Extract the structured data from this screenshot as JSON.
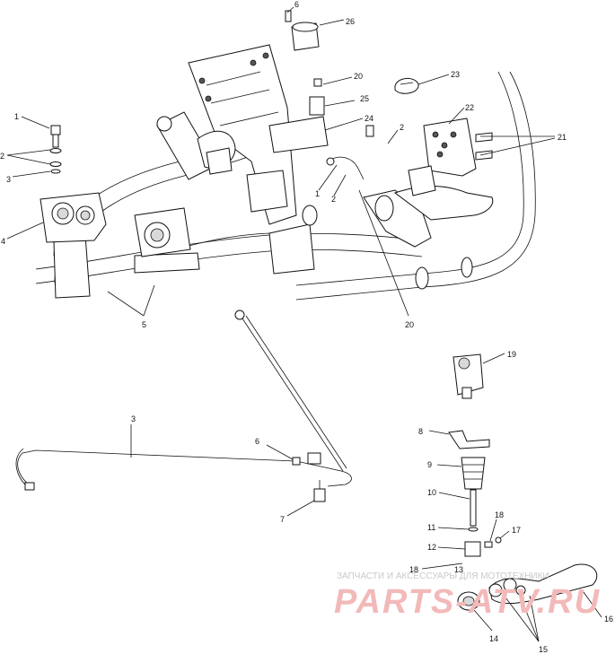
{
  "callouts": [
    {
      "id": "c6a",
      "text": "6"
    },
    {
      "id": "c26",
      "text": "26"
    },
    {
      "id": "c20a",
      "text": "20"
    },
    {
      "id": "c23",
      "text": "23"
    },
    {
      "id": "c25",
      "text": "25"
    },
    {
      "id": "c24",
      "text": "24"
    },
    {
      "id": "c22",
      "text": "22"
    },
    {
      "id": "c2a",
      "text": "2"
    },
    {
      "id": "c21",
      "text": "21"
    },
    {
      "id": "c1a",
      "text": "1"
    },
    {
      "id": "c2b",
      "text": "2"
    },
    {
      "id": "c3a",
      "text": "3"
    },
    {
      "id": "c4",
      "text": "4"
    },
    {
      "id": "c1b",
      "text": "1"
    },
    {
      "id": "c2c",
      "text": "2"
    },
    {
      "id": "c5",
      "text": "5"
    },
    {
      "id": "c20b",
      "text": "20"
    },
    {
      "id": "c19",
      "text": "19"
    },
    {
      "id": "c3b",
      "text": "3"
    },
    {
      "id": "c6b",
      "text": "6"
    },
    {
      "id": "c7",
      "text": "7"
    },
    {
      "id": "c8",
      "text": "8"
    },
    {
      "id": "c9",
      "text": "9"
    },
    {
      "id": "c10",
      "text": "10"
    },
    {
      "id": "c11",
      "text": "11"
    },
    {
      "id": "c18a",
      "text": "18"
    },
    {
      "id": "c17",
      "text": "17"
    },
    {
      "id": "c12",
      "text": "12"
    },
    {
      "id": "c18b",
      "text": "18"
    },
    {
      "id": "c13",
      "text": "13"
    },
    {
      "id": "c16",
      "text": "16"
    },
    {
      "id": "c14",
      "text": "14"
    },
    {
      "id": "c15",
      "text": "15"
    }
  ],
  "watermark": {
    "subtitle": "ЗАПЧАСТИ И АКСЕССУАРЫ ДЛЯ МОТОТЕХНИКИ",
    "main": "PARTS-ATV.RU"
  },
  "colors": {
    "line": "#111111",
    "watermark_main": "#f3b9b9",
    "watermark_sub": "#c9c9c9"
  }
}
